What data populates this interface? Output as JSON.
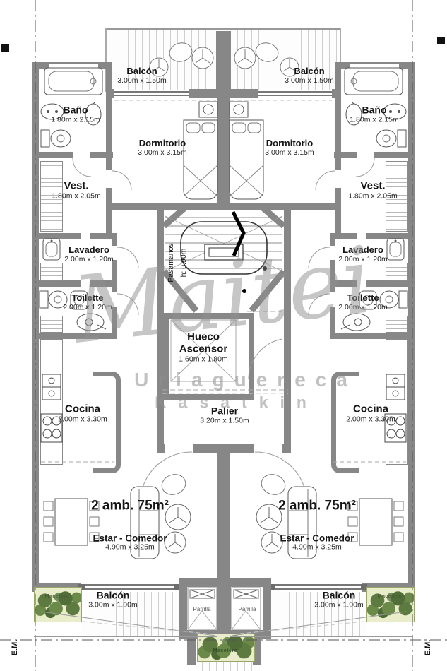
{
  "plan": {
    "rooms": {
      "balcony_top": {
        "name": "Balcón",
        "dims": "3.00m x 1.50m"
      },
      "bedroom": {
        "name": "Dormitorio",
        "dims": "3.00m x 3.15m"
      },
      "bath": {
        "name": "Baño",
        "dims": "1.80m x 2.15m"
      },
      "vest": {
        "name": "Vest.",
        "dims": "1.80m x 2.05m"
      },
      "laundry": {
        "name": "Lavadero",
        "dims": "2.00m x 1.20m"
      },
      "toilette": {
        "name": "Toilette",
        "dims": "2.00m x 1.20m"
      },
      "kitchen": {
        "name": "Cocina",
        "dims": "2.00m x 3.30m"
      },
      "unit_area": "2 amb. 75m²",
      "living": {
        "name": "Estar - Comedor",
        "dims": "4.90m x 3.25m"
      },
      "balcony_bottom": {
        "name": "Balcón",
        "dims": "3.00m x 1.90m"
      },
      "grill": "Parrilla",
      "planter": "Macetero"
    },
    "core": {
      "handrail_line1": "Pasamanos",
      "handrail_line2": "h: 0.90m",
      "elevator_line1": "Hueco",
      "elevator_line2": "Ascensor",
      "elevator_dims": "1.60m x 1.80m",
      "landing": {
        "name": "Palier",
        "dims": "3.20m x 1.50m"
      }
    },
    "markers": {
      "property_line": "E.M."
    },
    "watermark": {
      "script": "Maitei",
      "line2": "Uriaguereca",
      "line3": "Kasatkin"
    },
    "colors": {
      "wall": "#878787",
      "deck_line": "#cfcfcf",
      "planter_fill": "#e9edca",
      "foliage": "#5d7a40",
      "watermark": "#8f8f8f"
    }
  }
}
